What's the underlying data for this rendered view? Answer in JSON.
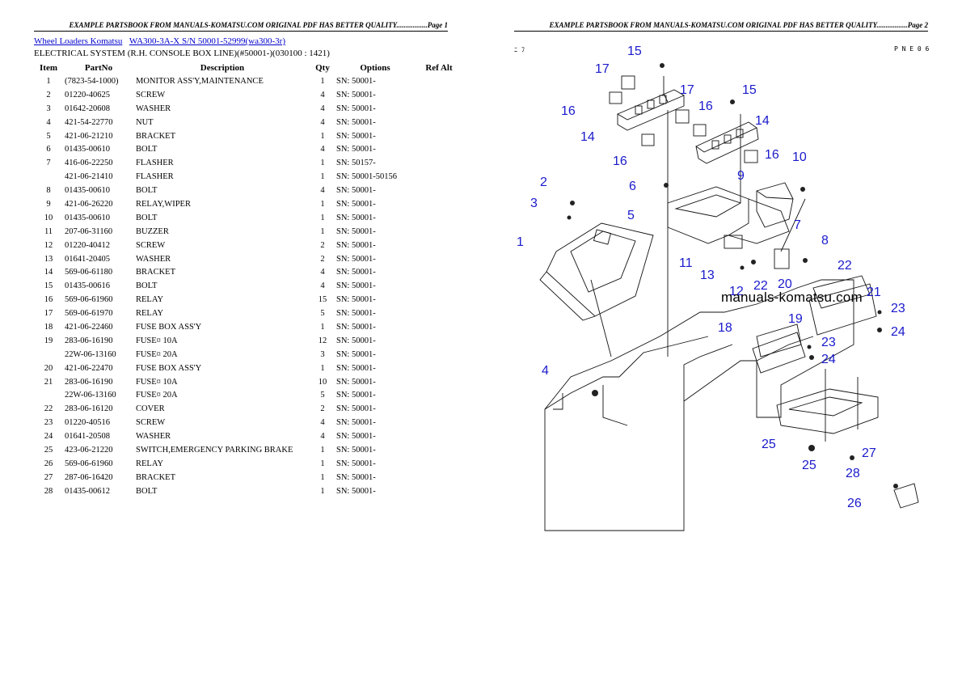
{
  "header": {
    "page1": "EXAMPLE PARTSBOOK FROM MANUALS-KOMATSU.COM ORIGINAL PDF HAS BETTER QUALITY.................Page 1",
    "page2": "EXAMPLE PARTSBOOK FROM MANUALS-KOMATSU.COM ORIGINAL PDF HAS BETTER QUALITY.................Page 2"
  },
  "breadcrumb": {
    "link1": "Wheel Loaders Komatsu",
    "link2": "WA300-3A-X S/N 50001-52999(wa300-3r)"
  },
  "section_title": "ELECTRICAL SYSTEM (R.H. CONSOLE BOX LINE)(#50001-)(030100 : 1421)",
  "table": {
    "headers": [
      "Item",
      "PartNo",
      "Description",
      "Qty",
      "Options",
      "Ref Alt"
    ],
    "rows": [
      {
        "item": "1",
        "part": "(7823-54-1000)",
        "desc": "MONITOR ASS'Y,MAINTENANCE",
        "qty": "1",
        "opt": "SN: 50001-"
      },
      {
        "item": "2",
        "part": "01220-40625",
        "desc": "SCREW",
        "qty": "4",
        "opt": "SN: 50001-"
      },
      {
        "item": "3",
        "part": "01642-20608",
        "desc": "WASHER",
        "qty": "4",
        "opt": "SN: 50001-"
      },
      {
        "item": "4",
        "part": "421-54-22770",
        "desc": "NUT",
        "qty": "4",
        "opt": "SN: 50001-"
      },
      {
        "item": "5",
        "part": "421-06-21210",
        "desc": "BRACKET",
        "qty": "1",
        "opt": "SN: 50001-"
      },
      {
        "item": "6",
        "part": "01435-00610",
        "desc": "BOLT",
        "qty": "4",
        "opt": "SN: 50001-"
      },
      {
        "item": "7",
        "part": "416-06-22250",
        "desc": "FLASHER",
        "qty": "1",
        "opt": "SN: 50157-"
      },
      {
        "item": "",
        "part": "421-06-21410",
        "desc": "FLASHER",
        "qty": "1",
        "opt": "SN: 50001-50156"
      },
      {
        "item": "8",
        "part": "01435-00610",
        "desc": "BOLT",
        "qty": "4",
        "opt": "SN: 50001-"
      },
      {
        "item": "9",
        "part": "421-06-26220",
        "desc": "RELAY,WIPER",
        "qty": "1",
        "opt": "SN: 50001-"
      },
      {
        "item": "10",
        "part": "01435-00610",
        "desc": "BOLT",
        "qty": "1",
        "opt": "SN: 50001-"
      },
      {
        "item": "11",
        "part": "207-06-31160",
        "desc": "BUZZER",
        "qty": "1",
        "opt": "SN: 50001-"
      },
      {
        "item": "12",
        "part": "01220-40412",
        "desc": "SCREW",
        "qty": "2",
        "opt": "SN: 50001-"
      },
      {
        "item": "13",
        "part": "01641-20405",
        "desc": "WASHER",
        "qty": "2",
        "opt": "SN: 50001-"
      },
      {
        "item": "14",
        "part": "569-06-61180",
        "desc": "BRACKET",
        "qty": "4",
        "opt": "SN: 50001-"
      },
      {
        "item": "15",
        "part": "01435-00616",
        "desc": "BOLT",
        "qty": "4",
        "opt": "SN: 50001-"
      },
      {
        "item": "16",
        "part": "569-06-61960",
        "desc": "RELAY",
        "qty": "15",
        "opt": "SN: 50001-"
      },
      {
        "item": "17",
        "part": "569-06-61970",
        "desc": "RELAY",
        "qty": "5",
        "opt": "SN: 50001-"
      },
      {
        "item": "18",
        "part": "421-06-22460",
        "desc": "FUSE BOX ASS'Y",
        "qty": "1",
        "opt": "SN: 50001-"
      },
      {
        "item": "19",
        "part": "283-06-16190",
        "desc": "FUSE¤ 10A",
        "qty": "12",
        "opt": "SN: 50001-"
      },
      {
        "item": "",
        "part": "22W-06-13160",
        "desc": "FUSE¤ 20A",
        "qty": "3",
        "opt": "SN: 50001-"
      },
      {
        "item": "20",
        "part": "421-06-22470",
        "desc": "FUSE BOX ASS'Y",
        "qty": "1",
        "opt": "SN: 50001-"
      },
      {
        "item": "21",
        "part": "283-06-16190",
        "desc": "FUSE¤ 10A",
        "qty": "10",
        "opt": "SN: 50001-"
      },
      {
        "item": "",
        "part": "22W-06-13160",
        "desc": "FUSE¤ 20A",
        "qty": "5",
        "opt": "SN: 50001-"
      },
      {
        "item": "22",
        "part": "283-06-16120",
        "desc": "COVER",
        "qty": "2",
        "opt": "SN: 50001-"
      },
      {
        "item": "23",
        "part": "01220-40516",
        "desc": "SCREW",
        "qty": "4",
        "opt": "SN: 50001-"
      },
      {
        "item": "24",
        "part": "01641-20508",
        "desc": "WASHER",
        "qty": "4",
        "opt": "SN: 50001-"
      },
      {
        "item": "25",
        "part": "423-06-21220",
        "desc": "SWITCH,EMERGENCY PARKING BRAKE",
        "qty": "1",
        "opt": "SN: 50001-"
      },
      {
        "item": "26",
        "part": "569-06-61960",
        "desc": "RELAY",
        "qty": "1",
        "opt": "SN: 50001-"
      },
      {
        "item": "27",
        "part": "287-06-16420",
        "desc": "BRACKET",
        "qty": "1",
        "opt": "SN: 50001-"
      },
      {
        "item": "28",
        "part": "01435-00612",
        "desc": "BOLT",
        "qty": "1",
        "opt": "SN: 50001-"
      }
    ]
  },
  "diagram": {
    "corner_left": "ﾆ ﾌ",
    "corner_right": "P N E 0 6",
    "watermark": "manuals-komatsu.com",
    "callouts": [
      "15",
      "17",
      "16",
      "14",
      "16",
      "17",
      "15",
      "16",
      "14",
      "16",
      "10",
      "2",
      "6",
      "3",
      "5",
      "9",
      "7",
      "1",
      "8",
      "11",
      "13",
      "22",
      "12",
      "22",
      "20",
      "21",
      "23",
      "18",
      "19",
      "24",
      "23",
      "24",
      "4",
      "25",
      "25",
      "27",
      "28",
      "26"
    ]
  }
}
